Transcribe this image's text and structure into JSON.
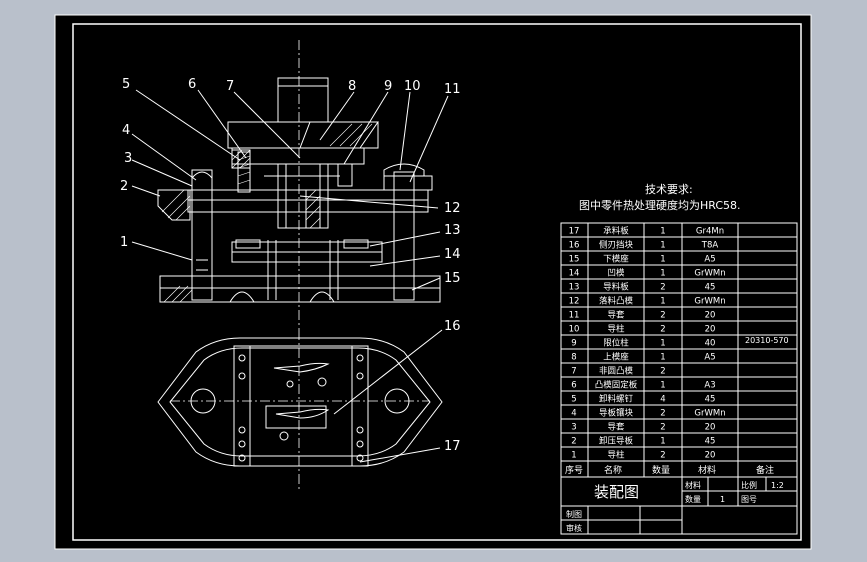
{
  "drawing_title": "装配图",
  "tech_requirements": {
    "heading": "技术要求:",
    "text": "图中零件热处理硬度均为HRC58."
  },
  "balloons": [
    "1",
    "2",
    "3",
    "4",
    "5",
    "6",
    "7",
    "8",
    "9",
    "10",
    "11",
    "12",
    "13",
    "14",
    "15",
    "16",
    "17"
  ],
  "side_note": "20310-570",
  "bom_header": {
    "no": "序号",
    "name": "名称",
    "qty": "数量",
    "material": "材料",
    "remark": "备注"
  },
  "bom_rows": [
    {
      "no": "17",
      "name": "承料板",
      "qty": "1",
      "material": "Gr4Mn"
    },
    {
      "no": "16",
      "name": "侧刃挡块",
      "qty": "1",
      "material": "T8A"
    },
    {
      "no": "15",
      "name": "下模座",
      "qty": "1",
      "material": "A5"
    },
    {
      "no": "14",
      "name": "凹模",
      "qty": "1",
      "material": "GrWMn"
    },
    {
      "no": "13",
      "name": "导料板",
      "qty": "2",
      "material": "45"
    },
    {
      "no": "12",
      "name": "落料凸模",
      "qty": "1",
      "material": "GrWMn"
    },
    {
      "no": "11",
      "name": "导套",
      "qty": "2",
      "material": "20"
    },
    {
      "no": "10",
      "name": "导柱",
      "qty": "2",
      "material": "20"
    },
    {
      "no": "9",
      "name": "限位柱",
      "qty": "1",
      "material": "40"
    },
    {
      "no": "8",
      "name": "上模座",
      "qty": "1",
      "material": "A5"
    },
    {
      "no": "7",
      "name": "非圆凸模",
      "qty": "2",
      "material": ""
    },
    {
      "no": "6",
      "name": "凸模固定板",
      "qty": "1",
      "material": "A3"
    },
    {
      "no": "5",
      "name": "卸料螺钉",
      "qty": "4",
      "material": "45"
    },
    {
      "no": "4",
      "name": "导板镶块",
      "qty": "2",
      "material": "GrWMn"
    },
    {
      "no": "3",
      "name": "导套",
      "qty": "2",
      "material": "20"
    },
    {
      "no": "2",
      "name": "卸压导板",
      "qty": "1",
      "material": "45"
    },
    {
      "no": "1",
      "name": "导柱",
      "qty": "2",
      "material": "20"
    }
  ],
  "title_block": {
    "material_label": "材料",
    "scale_label": "比例",
    "scale_value": "1:2",
    "qty_label": "数量",
    "qty_value": "1",
    "drawing_no_label": "图号",
    "drawn_label": "制图",
    "checked_label": "审核"
  }
}
